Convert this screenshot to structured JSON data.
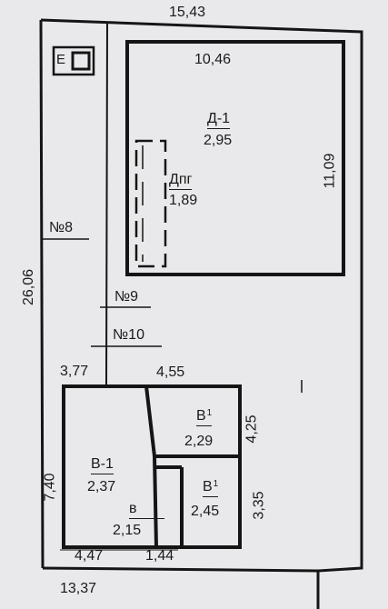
{
  "plan": {
    "outer_top_length": "15,43",
    "outer_left_length": "26,06",
    "outer_bottom_length": "13,37",
    "well_label": "Е",
    "main_building": {
      "width": "10,46",
      "height": "11,09",
      "label": "Д-1",
      "value": "2,95"
    },
    "inner_building": {
      "label": "Дпг",
      "value": "1,89"
    },
    "markers": [
      "№8",
      "№9",
      "№10"
    ],
    "lower_block": {
      "left_width": "3,77",
      "top_width": "4,55",
      "left_height": "7,40",
      "bottom_left": "4,47",
      "bottom_right": "1,44",
      "room_b1_top": {
        "label": "В",
        "sup": "1",
        "value": "2,29",
        "height": "4,25"
      },
      "room_b1_bottom": {
        "label": "В",
        "sup": "1",
        "value": "2,45",
        "height": "3,35"
      },
      "room_v1": {
        "label": "В-1",
        "value": "2,37"
      },
      "room_v": {
        "label": "в",
        "value": "2,15"
      }
    }
  }
}
